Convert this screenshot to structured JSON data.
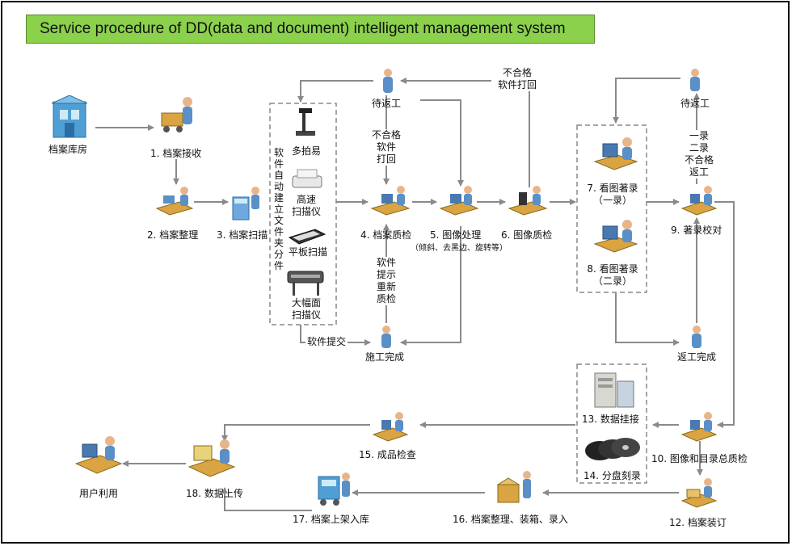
{
  "title": "Service procedure of DD(data and document) intelligent management system",
  "nodes": {
    "archive_room": "档案库房",
    "n1": "1. 档案接收",
    "n2": "2. 档案整理",
    "n3": "3. 档案扫描",
    "n4": "4. 档案质检",
    "n5": "5. 图像处理",
    "n5_note": "（倾斜、去黑边、旋转等）",
    "n6": "6. 图像质检",
    "n7": "7. 看图著录\n（一录）",
    "n8": "8. 看图著录\n（二录）",
    "n9": "9. 著录校对",
    "n10": "10. 图像和目录总质检",
    "n12": "12. 档案装订",
    "n13": "13. 数据挂接",
    "n14": "14. 分盘刻录",
    "n15": "15. 成品检查",
    "n16": "16. 档案整理、装箱、录入",
    "n17": "17. 档案上架入库",
    "n18": "18. 数据上传",
    "user_use": "用户利用",
    "wait_rework_left": "待返工",
    "wait_rework_right": "待返工",
    "construction_done": "施工完成",
    "rework_done": "返工完成"
  },
  "scanner_group": {
    "vertical_label": "软件自动建立文件夹分件",
    "devices": [
      "多拍易",
      "高速\n扫描仪",
      "平板扫描",
      "大幅面\n扫描仪"
    ]
  },
  "edge_labels": {
    "fail_top": "不合格\n软件打回",
    "fail_mid": "不合格\n软件\n打回",
    "software_prompt": "软件\n提示\n重新\n质检",
    "software_submit": "软件提交",
    "right_fail": "一录\n二录\n不合格\n返工"
  },
  "colors": {
    "title_bg": "#8bd14c",
    "arrow": "#8a8a8a",
    "dash": "#888888",
    "person_body": "#5b8fc7",
    "skin": "#e8b58a",
    "desk": "#d9a441"
  }
}
